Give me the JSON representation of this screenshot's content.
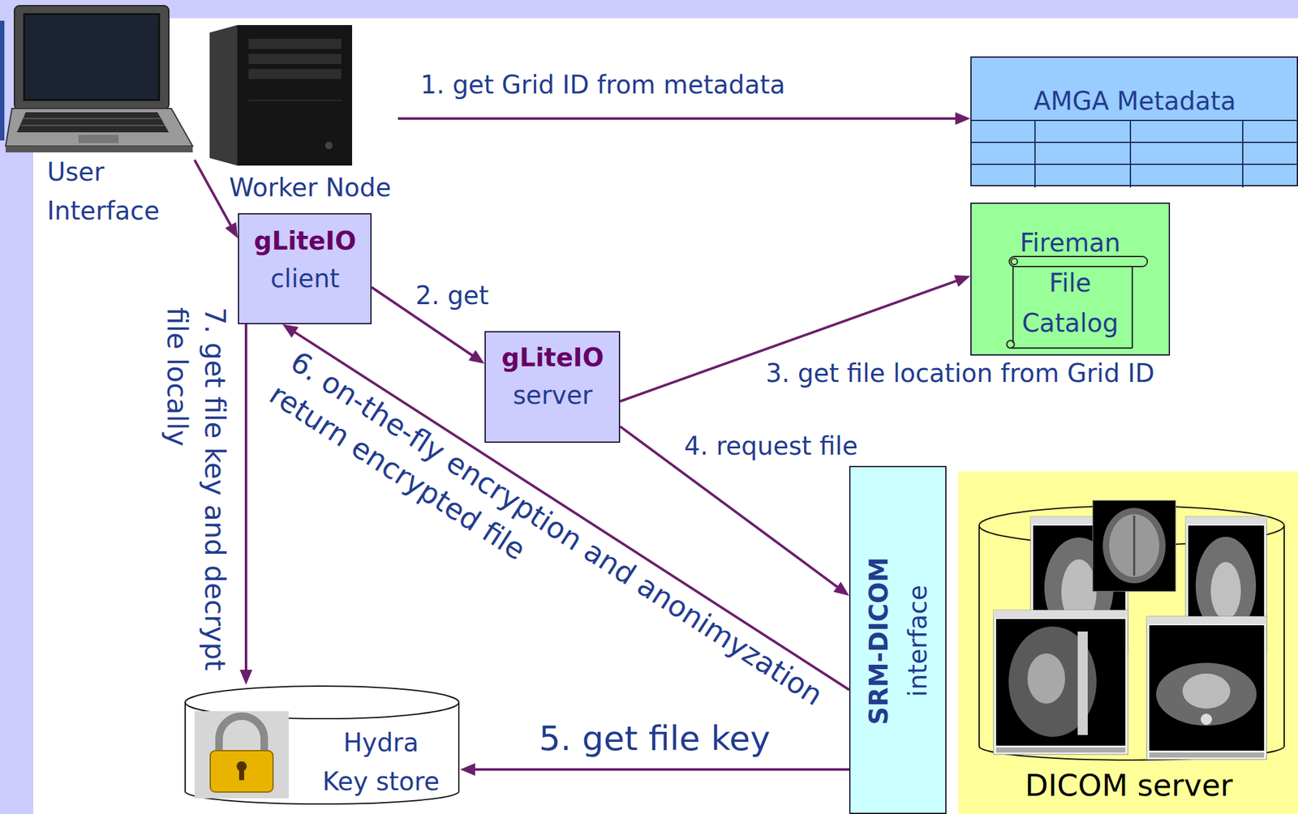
{
  "diagram": {
    "nodes": [
      {
        "text": [
          "User Interface"
        ]
      },
      {
        "text": [
          "Worker Node"
        ]
      },
      {
        "text": [
          "AMGA Metadata"
        ]
      },
      {
        "text": [
          "gLiteIO",
          "client"
        ]
      },
      {
        "text": [
          "Fireman File Catalog"
        ]
      },
      {
        "text": [
          "gLiteIO",
          "server"
        ]
      },
      {
        "text": [
          "SRM-DICOM",
          "interface"
        ]
      },
      {
        "text": [
          "DICOM server"
        ]
      },
      {
        "text": [
          "Hydra Key store"
        ]
      }
    ],
    "edges": [
      {
        "from": 0,
        "to": 3,
        "arrow": "to"
      },
      {
        "from": 1,
        "to": 2,
        "label": "1. get Grid ID from metadata",
        "arrow": "to"
      },
      {
        "from": 3,
        "to": 5,
        "label": "2. get",
        "arrow": "to"
      },
      {
        "from": 5,
        "to": 4,
        "label": "3. get file location from Grid ID",
        "arrow": "to"
      },
      {
        "from": 5,
        "to": 6,
        "label": "4. request file",
        "arrow": "to"
      },
      {
        "from": 6,
        "to": 8,
        "label": "5. get file key",
        "arrow": "to"
      },
      {
        "from": 6,
        "to": 3,
        "label": "6. on-the-fly encryption and anonimyzation return encrypted file",
        "arrow": "to"
      },
      {
        "from": 3,
        "to": 8,
        "label": "7. get file key and decrypt file locally",
        "arrow": "to"
      }
    ]
  }
}
